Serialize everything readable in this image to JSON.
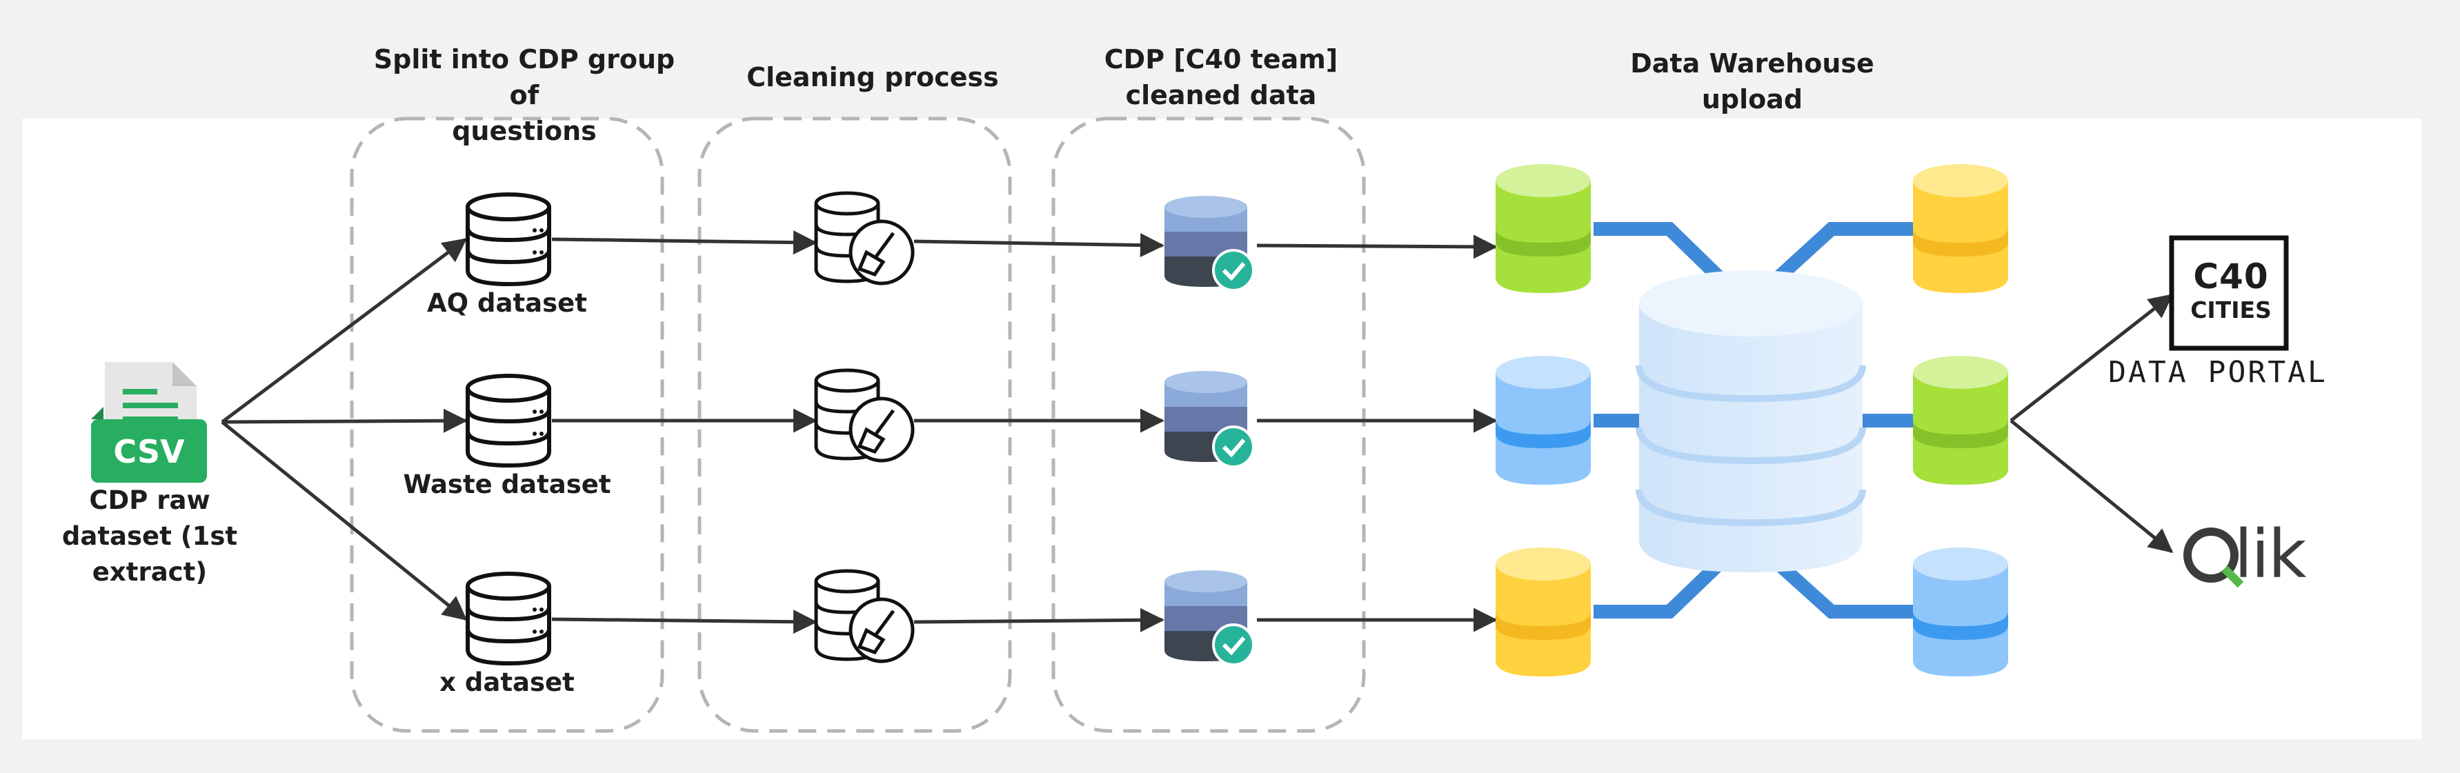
{
  "stages": {
    "split_title": "Split into CDP group of\nquestions",
    "cleaning_title": "Cleaning process",
    "cleaned_title": "CDP [C40 team]\ncleaned data",
    "warehouse_title": "Data Warehouse\nupload"
  },
  "source": {
    "file_badge": "CSV",
    "label": "CDP raw\ndataset (1st\nextract)"
  },
  "datasets": [
    {
      "label": "AQ dataset"
    },
    {
      "label": "Waste dataset"
    },
    {
      "label": "x dataset"
    }
  ],
  "destinations": {
    "c40_logo_line1": "C40",
    "c40_logo_line2": "CITIES",
    "portal_label": "DATA PORTAL",
    "qlik_logo": "Qlik"
  },
  "icons": {
    "source": "csv-file-icon",
    "dataset": "database-icon",
    "cleaning": "database-cleaning-icon",
    "cleaned": "database-check-icon",
    "warehouse": "data-warehouse-icon"
  },
  "colors": {
    "green_db": "#a6e03a",
    "yellow_db": "#ffd23f",
    "blue_db": "#4aa7f5",
    "warehouse_db": "#d6e9fb",
    "pipe": "#3f8ad8",
    "check": "#26b39a",
    "csv_green": "#27ae60"
  }
}
